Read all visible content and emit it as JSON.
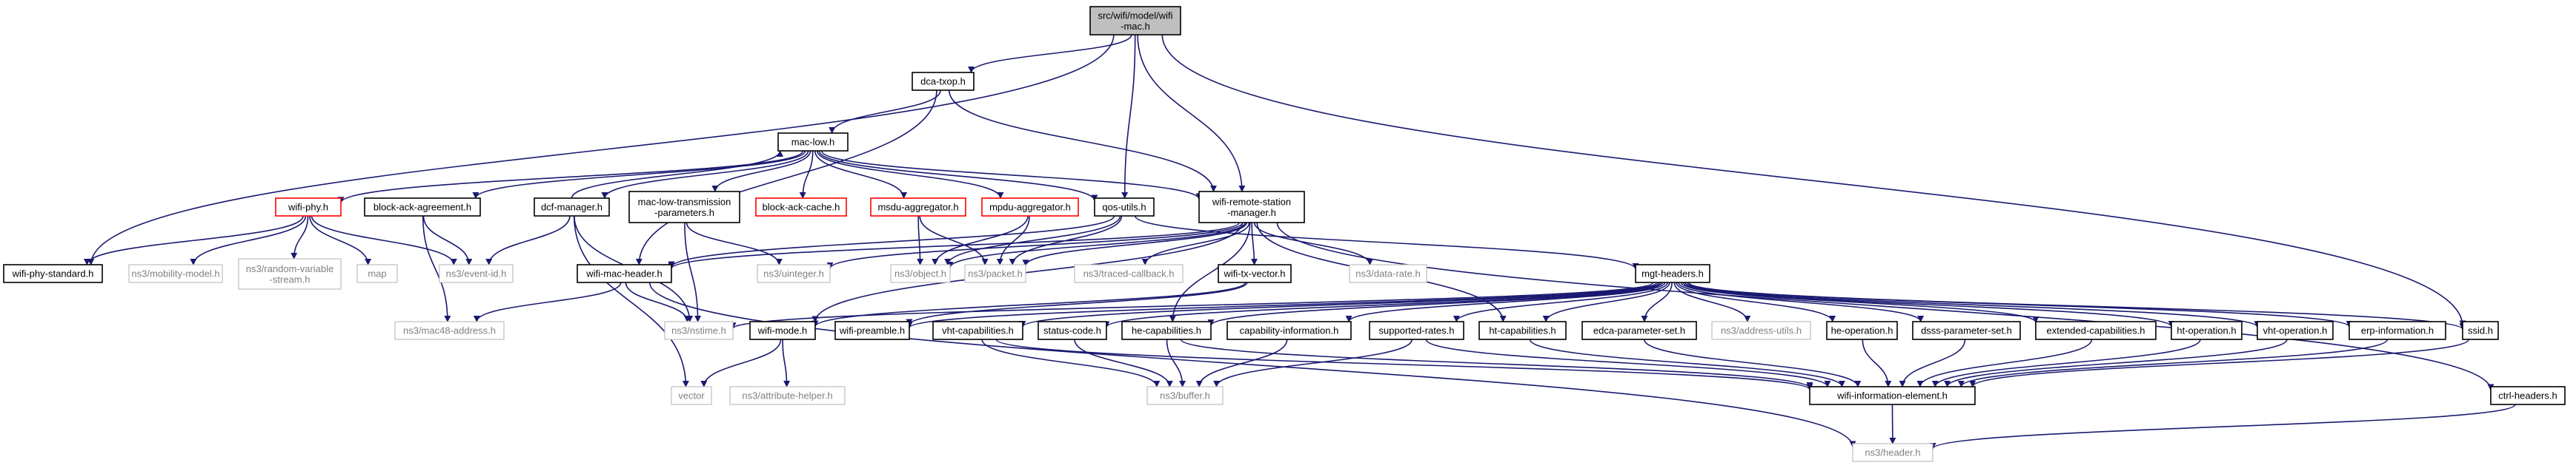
{
  "colors": {
    "edge": "#191970",
    "external_border": "#bfbfbf",
    "incomplete_border": "#ff0000",
    "root_fill": "#bfbfbf"
  },
  "nodes": [
    {
      "id": "root",
      "lines": [
        "src/wifi/model/wifi",
        "-mac.h"
      ],
      "style": "root"
    },
    {
      "id": "dca",
      "lines": [
        "dca-txop.h"
      ],
      "style": "normal"
    },
    {
      "id": "maclow",
      "lines": [
        "mac-low.h"
      ],
      "style": "normal"
    },
    {
      "id": "wphy",
      "lines": [
        "wifi-phy.h"
      ],
      "style": "red"
    },
    {
      "id": "baa",
      "lines": [
        "block-ack-agreement.h"
      ],
      "style": "normal"
    },
    {
      "id": "dcf",
      "lines": [
        "dcf-manager.h"
      ],
      "style": "normal"
    },
    {
      "id": "mltp",
      "lines": [
        "mac-low-transmission",
        "-parameters.h"
      ],
      "style": "normal"
    },
    {
      "id": "bac",
      "lines": [
        "block-ack-cache.h"
      ],
      "style": "red"
    },
    {
      "id": "msdu",
      "lines": [
        "msdu-aggregator.h"
      ],
      "style": "red"
    },
    {
      "id": "mpdu",
      "lines": [
        "mpdu-aggregator.h"
      ],
      "style": "red"
    },
    {
      "id": "qos",
      "lines": [
        "qos-utils.h"
      ],
      "style": "normal"
    },
    {
      "id": "wrsm",
      "lines": [
        "wifi-remote-station",
        "-manager.h"
      ],
      "style": "normal"
    },
    {
      "id": "wps",
      "lines": [
        "wifi-phy-standard.h"
      ],
      "style": "normal"
    },
    {
      "id": "mob",
      "lines": [
        "ns3/mobility-model.h"
      ],
      "style": "ext"
    },
    {
      "id": "rvs",
      "lines": [
        "ns3/random-variable",
        "-stream.h"
      ],
      "style": "ext"
    },
    {
      "id": "map",
      "lines": [
        "map"
      ],
      "style": "ext"
    },
    {
      "id": "eid",
      "lines": [
        "ns3/event-id.h"
      ],
      "style": "ext"
    },
    {
      "id": "wmh",
      "lines": [
        "wifi-mac-header.h"
      ],
      "style": "normal"
    },
    {
      "id": "uint",
      "lines": [
        "ns3/uinteger.h"
      ],
      "style": "ext"
    },
    {
      "id": "obj",
      "lines": [
        "ns3/object.h"
      ],
      "style": "ext"
    },
    {
      "id": "pkt",
      "lines": [
        "ns3/packet.h"
      ],
      "style": "ext"
    },
    {
      "id": "tcb",
      "lines": [
        "ns3/traced-callback.h"
      ],
      "style": "ext"
    },
    {
      "id": "wtv",
      "lines": [
        "wifi-tx-vector.h"
      ],
      "style": "normal"
    },
    {
      "id": "drate",
      "lines": [
        "ns3/data-rate.h"
      ],
      "style": "ext"
    },
    {
      "id": "mgt",
      "lines": [
        "mgt-headers.h"
      ],
      "style": "normal"
    },
    {
      "id": "m48",
      "lines": [
        "ns3/mac48-address.h"
      ],
      "style": "ext"
    },
    {
      "id": "nstime",
      "lines": [
        "ns3/nstime.h"
      ],
      "style": "ext"
    },
    {
      "id": "wmode",
      "lines": [
        "wifi-mode.h"
      ],
      "style": "normal"
    },
    {
      "id": "wpre",
      "lines": [
        "wifi-preamble.h"
      ],
      "style": "normal"
    },
    {
      "id": "vhtc",
      "lines": [
        "vht-capabilities.h"
      ],
      "style": "normal"
    },
    {
      "id": "stc",
      "lines": [
        "status-code.h"
      ],
      "style": "normal"
    },
    {
      "id": "hec",
      "lines": [
        "he-capabilities.h"
      ],
      "style": "normal"
    },
    {
      "id": "capi",
      "lines": [
        "capability-information.h"
      ],
      "style": "normal"
    },
    {
      "id": "supr",
      "lines": [
        "supported-rates.h"
      ],
      "style": "normal"
    },
    {
      "id": "htc",
      "lines": [
        "ht-capabilities.h"
      ],
      "style": "normal"
    },
    {
      "id": "edca",
      "lines": [
        "edca-parameter-set.h"
      ],
      "style": "normal"
    },
    {
      "id": "addr",
      "lines": [
        "ns3/address-utils.h"
      ],
      "style": "ext"
    },
    {
      "id": "heop",
      "lines": [
        "he-operation.h"
      ],
      "style": "normal"
    },
    {
      "id": "dsss",
      "lines": [
        "dsss-parameter-set.h"
      ],
      "style": "normal"
    },
    {
      "id": "extc",
      "lines": [
        "extended-capabilities.h"
      ],
      "style": "normal"
    },
    {
      "id": "htop",
      "lines": [
        "ht-operation.h"
      ],
      "style": "normal"
    },
    {
      "id": "vhtop",
      "lines": [
        "vht-operation.h"
      ],
      "style": "normal"
    },
    {
      "id": "erp",
      "lines": [
        "erp-information.h"
      ],
      "style": "normal"
    },
    {
      "id": "ssid",
      "lines": [
        "ssid.h"
      ],
      "style": "normal"
    },
    {
      "id": "vector",
      "lines": [
        "vector"
      ],
      "style": "ext"
    },
    {
      "id": "attr",
      "lines": [
        "ns3/attribute-helper.h"
      ],
      "style": "ext"
    },
    {
      "id": "buf",
      "lines": [
        "ns3/buffer.h"
      ],
      "style": "ext"
    },
    {
      "id": "wie",
      "lines": [
        "wifi-information-element.h"
      ],
      "style": "normal"
    },
    {
      "id": "ctrl",
      "lines": [
        "ctrl-headers.h"
      ],
      "style": "normal"
    },
    {
      "id": "hdr",
      "lines": [
        "ns3/header.h"
      ],
      "style": "ext"
    }
  ],
  "edges": [
    [
      "root",
      "dca"
    ],
    [
      "root",
      "qos"
    ],
    [
      "root",
      "wrsm"
    ],
    [
      "root",
      "wps"
    ],
    [
      "root",
      "ssid"
    ],
    [
      "dca",
      "maclow"
    ],
    [
      "dca",
      "wrsm"
    ],
    [
      "dca",
      "wmh"
    ],
    [
      "maclow",
      "wphy"
    ],
    [
      "maclow",
      "baa"
    ],
    [
      "maclow",
      "dcf"
    ],
    [
      "maclow",
      "mltp"
    ],
    [
      "maclow",
      "bac"
    ],
    [
      "maclow",
      "msdu"
    ],
    [
      "maclow",
      "mpdu"
    ],
    [
      "maclow",
      "qos"
    ],
    [
      "maclow",
      "wrsm"
    ],
    [
      "dcf",
      "maclow"
    ],
    [
      "dcf",
      "eid"
    ],
    [
      "dcf",
      "nstime"
    ],
    [
      "dcf",
      "vector"
    ],
    [
      "wphy",
      "wps"
    ],
    [
      "wphy",
      "mob"
    ],
    [
      "wphy",
      "rvs"
    ],
    [
      "wphy",
      "map"
    ],
    [
      "wphy",
      "eid"
    ],
    [
      "baa",
      "m48"
    ],
    [
      "baa",
      "eid"
    ],
    [
      "mltp",
      "uint"
    ],
    [
      "mltp",
      "nstime"
    ],
    [
      "msdu",
      "obj"
    ],
    [
      "msdu",
      "pkt"
    ],
    [
      "mpdu",
      "obj"
    ],
    [
      "mpdu",
      "pkt"
    ],
    [
      "qos",
      "obj"
    ],
    [
      "qos",
      "pkt"
    ],
    [
      "qos",
      "wmh"
    ],
    [
      "qos",
      "mgt"
    ],
    [
      "wrsm",
      "obj"
    ],
    [
      "wrsm",
      "pkt"
    ],
    [
      "wrsm",
      "uint"
    ],
    [
      "wrsm",
      "tcb"
    ],
    [
      "wrsm",
      "wtv"
    ],
    [
      "wrsm",
      "drate"
    ],
    [
      "wrsm",
      "wmode"
    ],
    [
      "wrsm",
      "hec"
    ],
    [
      "wrsm",
      "htc"
    ],
    [
      "wrsm",
      "ctrl"
    ],
    [
      "wrsm",
      "wmh"
    ],
    [
      "wtv",
      "wmode"
    ],
    [
      "wtv",
      "wpre"
    ],
    [
      "wmh",
      "m48"
    ],
    [
      "wmh",
      "nstime"
    ],
    [
      "wmh",
      "hdr"
    ],
    [
      "wmode",
      "vector"
    ],
    [
      "wmode",
      "attr"
    ],
    [
      "mgt",
      "nstime"
    ],
    [
      "mgt",
      "wpre"
    ],
    [
      "mgt",
      "vhtc"
    ],
    [
      "mgt",
      "stc"
    ],
    [
      "mgt",
      "hec"
    ],
    [
      "mgt",
      "capi"
    ],
    [
      "mgt",
      "supr"
    ],
    [
      "mgt",
      "htc"
    ],
    [
      "mgt",
      "edca"
    ],
    [
      "mgt",
      "addr"
    ],
    [
      "mgt",
      "heop"
    ],
    [
      "mgt",
      "dsss"
    ],
    [
      "mgt",
      "extc"
    ],
    [
      "mgt",
      "htop"
    ],
    [
      "mgt",
      "vhtop"
    ],
    [
      "mgt",
      "erp"
    ],
    [
      "mgt",
      "ssid"
    ],
    [
      "vhtc",
      "buf"
    ],
    [
      "vhtc",
      "wie"
    ],
    [
      "stc",
      "buf"
    ],
    [
      "hec",
      "buf"
    ],
    [
      "hec",
      "wie"
    ],
    [
      "capi",
      "buf"
    ],
    [
      "supr",
      "buf"
    ],
    [
      "supr",
      "wie"
    ],
    [
      "htc",
      "wie"
    ],
    [
      "edca",
      "wie"
    ],
    [
      "heop",
      "wie"
    ],
    [
      "dsss",
      "wie"
    ],
    [
      "extc",
      "wie"
    ],
    [
      "htop",
      "wie"
    ],
    [
      "vhtop",
      "wie"
    ],
    [
      "erp",
      "wie"
    ],
    [
      "ssid",
      "wie"
    ],
    [
      "wie",
      "hdr"
    ],
    [
      "ctrl",
      "hdr"
    ]
  ]
}
